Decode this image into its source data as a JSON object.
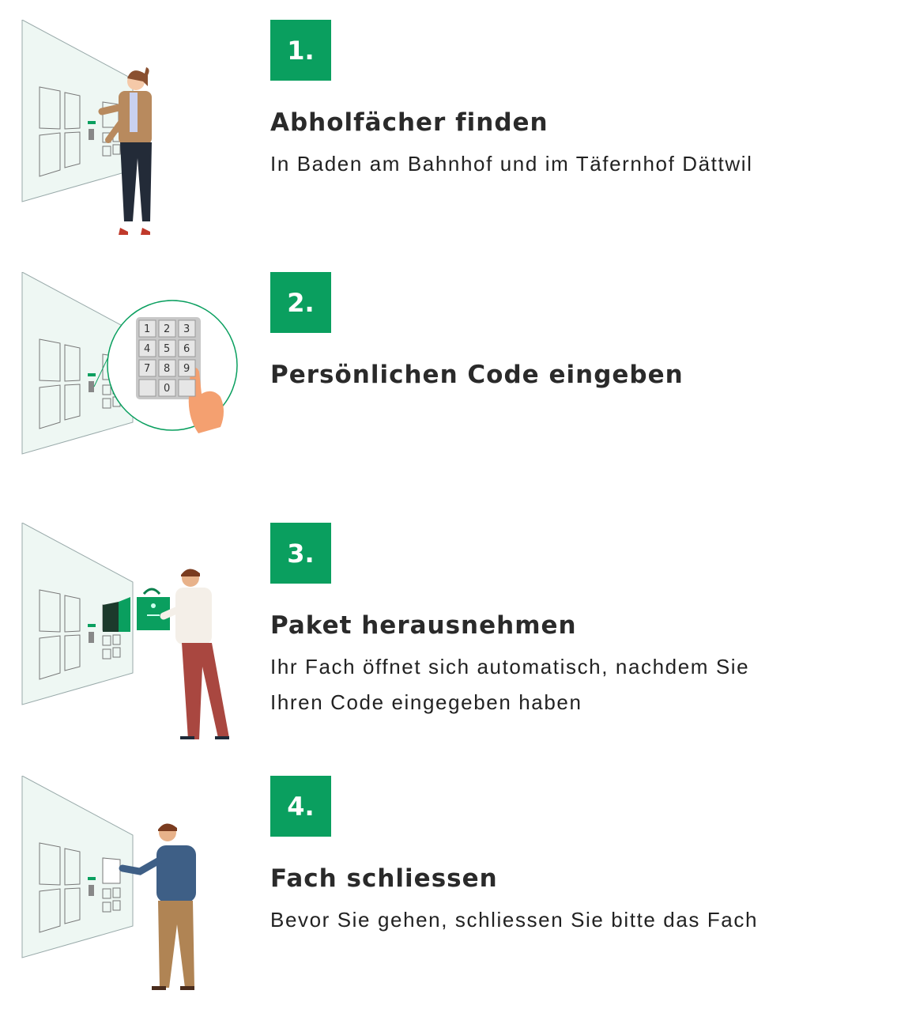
{
  "colors": {
    "accent": "#0a9f5f",
    "wall": "#eef7f3"
  },
  "steps": [
    {
      "number": "1.",
      "title": "Abholfächer finden",
      "lines": [
        "In Baden am Bahnhof und im Täfernhof Dättwil"
      ]
    },
    {
      "number": "2.",
      "title": "Persönlichen Code eingeben",
      "lines": [],
      "keypad": [
        "1",
        "2",
        "3",
        "4",
        "5",
        "6",
        "7",
        "8",
        "9",
        "",
        "0",
        ""
      ]
    },
    {
      "number": "3.",
      "title": "Paket herausnehmen",
      "lines": [
        "Ihr Fach öffnet sich automatisch, nachdem Sie",
        "Ihren Code eingegeben haben"
      ]
    },
    {
      "number": "4.",
      "title": "Fach schliessen",
      "lines": [
        "Bevor Sie gehen, schliessen Sie bitte das Fach"
      ]
    }
  ]
}
